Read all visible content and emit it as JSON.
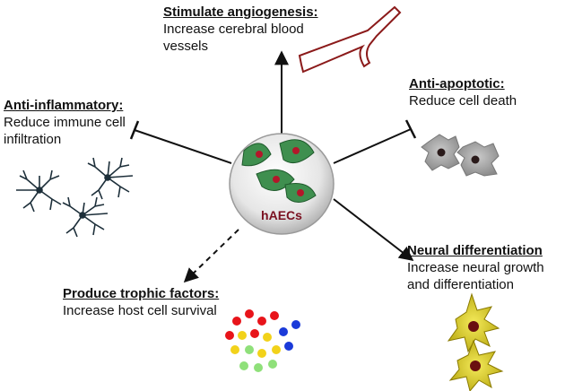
{
  "center": {
    "label": "hAECs"
  },
  "effects": [
    {
      "id": "angiogenesis",
      "title": "Stimulate angiogenesis:",
      "lines": [
        "Increase cerebral blood",
        "vessels"
      ]
    },
    {
      "id": "anti-inflammatory",
      "title": "Anti-inflammatory:",
      "lines": [
        "Reduce immune cell",
        "infiltration"
      ]
    },
    {
      "id": "anti-apoptotic",
      "title": "Anti-apoptotic:",
      "lines": [
        "Reduce cell death"
      ]
    },
    {
      "id": "neural-differentiation",
      "title": "Neural differentiation",
      "lines": [
        "Increase neural growth",
        "and differentiation"
      ]
    },
    {
      "id": "trophic-factors",
      "title": "Produce trophic factors:",
      "lines": [
        "Increase host cell survival"
      ]
    }
  ],
  "colors": {
    "center_cell": "#3f8f4f",
    "center_nucleus": "#b3172a",
    "center_label": "#7a1020",
    "vessel": "#8b1a1a",
    "immune_cell": "#1d2f3a",
    "apoptotic_cell": "#9b9b9b",
    "neuron": "#d9cc1a",
    "trophic": [
      "#e8141a",
      "#f2d21a",
      "#1a3ad9",
      "#8fe07a"
    ]
  }
}
